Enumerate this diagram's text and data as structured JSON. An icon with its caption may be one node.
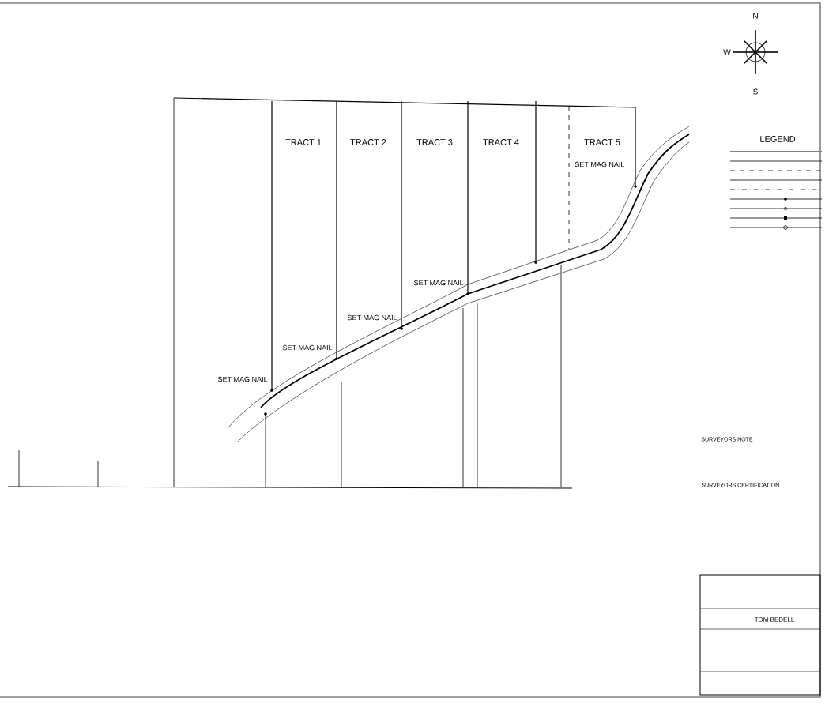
{
  "diagram": {
    "labels": [
      "N",
      "W",
      "S",
      "LEGEND",
      "TRACT 1",
      "TRACT 2",
      "TRACT 3",
      "TRACT 4",
      "TRACT 5",
      "SET MAG NAIL",
      "SET MAG NAIL",
      "SET MAG NAIL",
      "SET MAG NAIL",
      "SET MAG NAIL",
      "SURVEYORS NOTE",
      "SURVEYORS CERTIFICATION",
      "TOM BEDELL"
    ]
  }
}
